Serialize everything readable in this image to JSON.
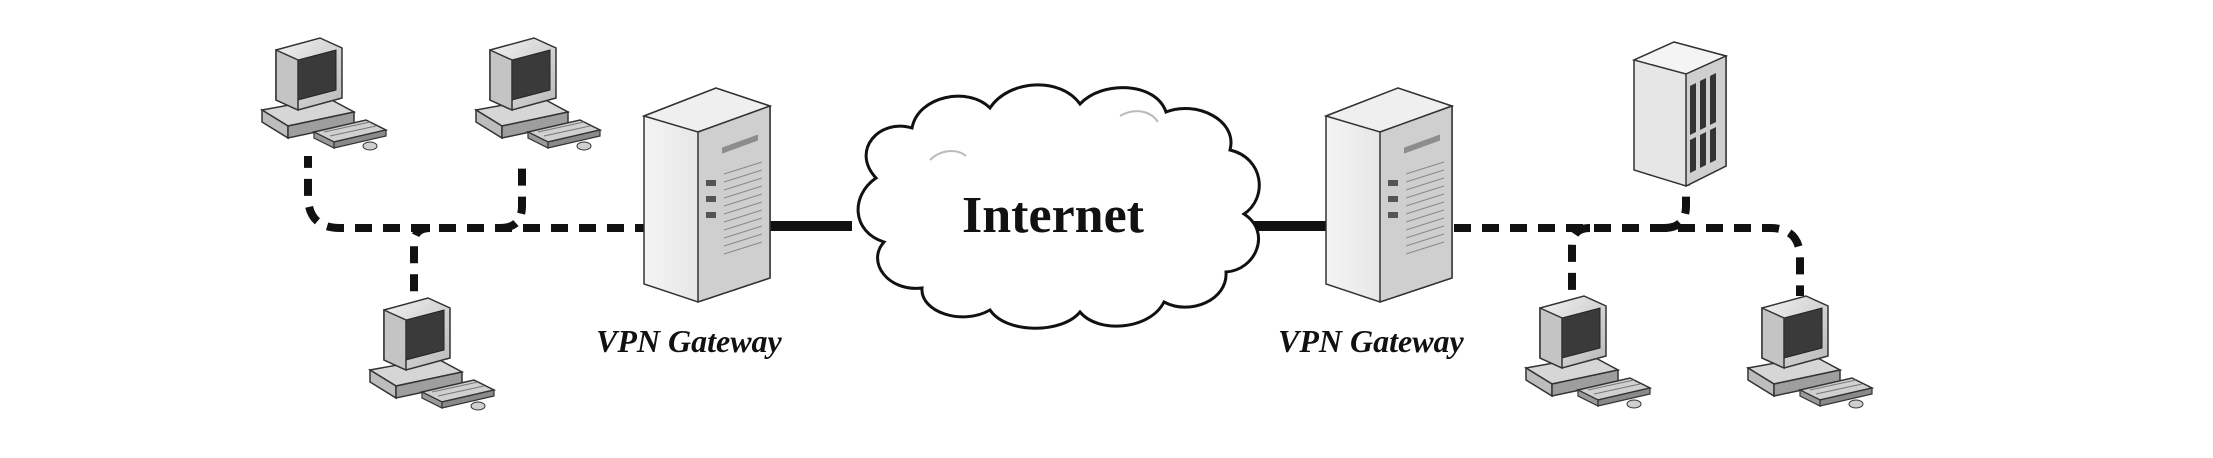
{
  "cloud": {
    "label": "Internet"
  },
  "left_gateway": {
    "label": "VPN Gateway"
  },
  "right_gateway": {
    "label": "VPN Gateway"
  },
  "colors": {
    "line": "#111111",
    "monitor_body": "#dcdcdc",
    "screen": "#3a3a3a",
    "tower": "#e4e4e4",
    "cloud_fill": "#ffffff"
  },
  "icons": [
    "workstation-icon",
    "server-tower-icon",
    "server-rack-icon",
    "cloud-icon"
  ]
}
